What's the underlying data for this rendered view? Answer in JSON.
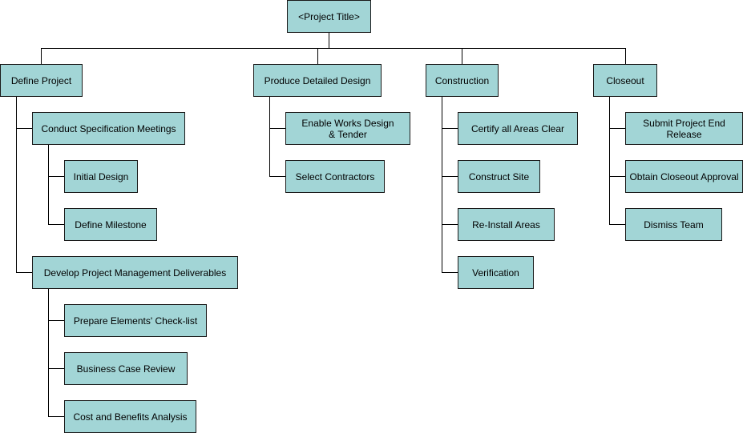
{
  "diagram": {
    "colors": {
      "node_fill": "#a2d5d6",
      "node_border": "#1a1a1a",
      "connector": "#000000"
    },
    "root": "<Project Title>",
    "phases": {
      "define_project": {
        "label": "Define Project",
        "conduct_spec_meetings": {
          "label": "Conduct Specification Meetings",
          "initial_design": "Initial Design",
          "define_milestone": "Define Milestone"
        },
        "develop_pm_deliverables": {
          "label": "Develop Project Management Deliverables",
          "prepare_checklist": "Prepare Elements' Check-list",
          "business_case_review": "Business Case Review",
          "cost_benefits_analysis": "Cost and Benefits Analysis"
        }
      },
      "produce_detailed_design": {
        "label": "Produce Detailed Design",
        "enable_works_design": "Enable Works Design & Tender",
        "select_contractors": "Select Contractors"
      },
      "construction": {
        "label": "Construction",
        "certify_areas": "Certify all Areas Clear",
        "construct_site": "Construct Site",
        "reinstall_areas": "Re-Install Areas",
        "verification": "Verification"
      },
      "closeout": {
        "label": "Closeout",
        "submit_end_release": "Submit Project End Release",
        "obtain_approval": "Obtain Closeout Approval",
        "dismiss_team": "Dismiss Team"
      }
    }
  }
}
